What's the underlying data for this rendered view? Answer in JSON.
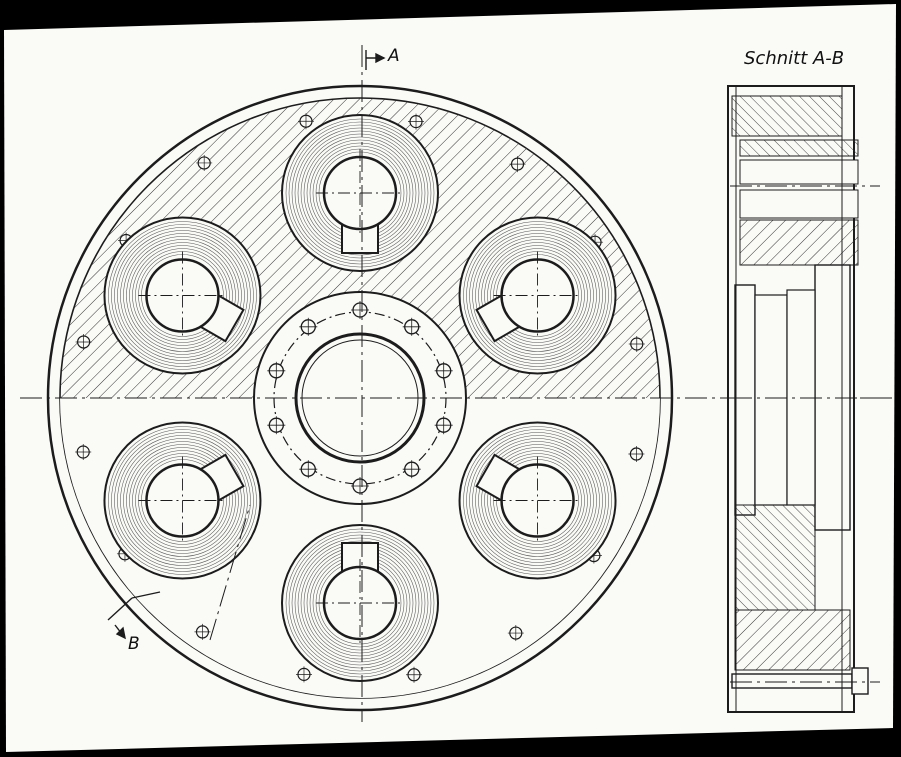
{
  "labels": {
    "section_title": "Schnitt A-B",
    "cut_a": "A",
    "cut_b": "B"
  },
  "colors": {
    "paper": "#fafaf7",
    "ink": "#1c1c1c",
    "frame": "#000000"
  },
  "drawing": {
    "front_view_cup_count": 6,
    "outer_bolt_holes": 16,
    "hub_bolt_holes": 10
  }
}
